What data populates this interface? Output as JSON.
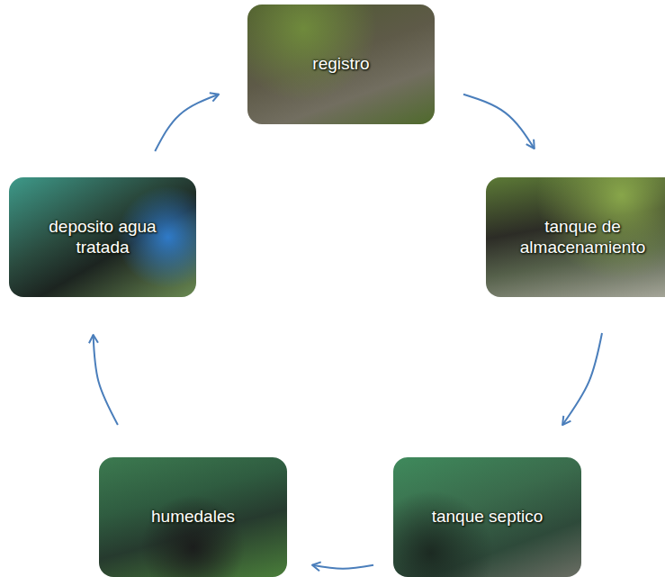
{
  "diagram": {
    "nodes": [
      {
        "text": [
          "registro"
        ]
      },
      {
        "text": [
          "tanque de almacenamiento"
        ]
      },
      {
        "text": [
          "tanque septico"
        ]
      },
      {
        "text": [
          "humedales"
        ]
      },
      {
        "text": [
          "deposito agua tratada"
        ]
      }
    ],
    "edges": [
      {
        "from": 0,
        "to": 1,
        "arrow": "to"
      },
      {
        "from": 1,
        "to": 2,
        "arrow": "to"
      },
      {
        "from": 2,
        "to": 3,
        "arrow": "to"
      },
      {
        "from": 3,
        "to": 4,
        "arrow": "to"
      },
      {
        "from": 4,
        "to": 0,
        "arrow": "to"
      }
    ]
  }
}
